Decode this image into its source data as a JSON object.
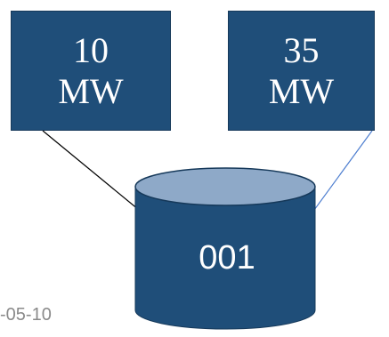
{
  "boxes": [
    {
      "line1": "10",
      "line2": "MW"
    },
    {
      "line1": "35",
      "line2": "MW"
    }
  ],
  "cylinder": {
    "label": "001"
  },
  "footer": {
    "date_fragment": "-05-10"
  },
  "colors": {
    "box_fill": "#1f4e79",
    "cylinder_body": "#1f4e79",
    "cylinder_top": "#8ea9c8",
    "left_connector": "#000000",
    "right_connector": "#4f7fd0"
  }
}
